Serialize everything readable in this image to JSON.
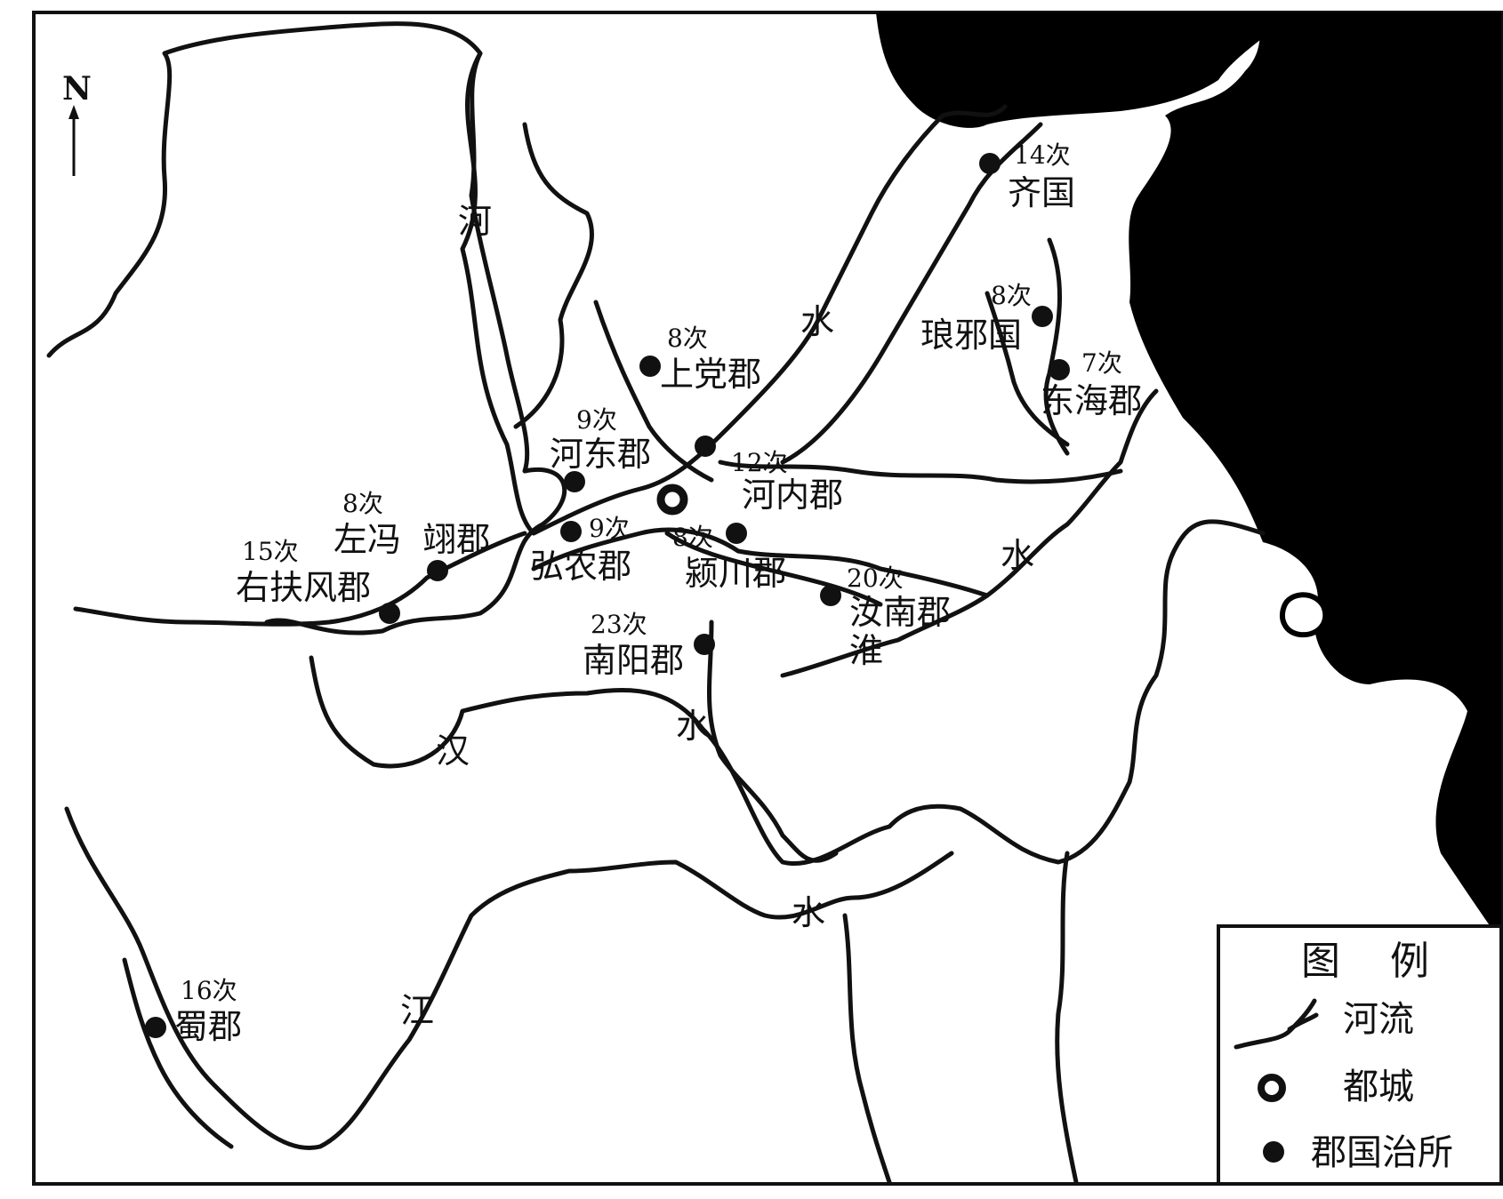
{
  "north_arrow": {
    "label": "N"
  },
  "rivers": {
    "huang": [
      "河",
      "水"
    ],
    "huai": [
      "淮",
      "水"
    ],
    "han": [
      "汉",
      "水"
    ],
    "jiang": [
      "江",
      "水"
    ]
  },
  "places": [
    {
      "id": "youfufeng",
      "count": "15次",
      "name": "右扶风郡",
      "marker": "seat"
    },
    {
      "id": "zuopingyi",
      "count": "8次",
      "name": "左冯  翊郡",
      "marker": "seat"
    },
    {
      "id": "hedong",
      "count": "9次",
      "name": "河东郡",
      "marker": "seat"
    },
    {
      "id": "shangdang",
      "count": "8次",
      "name": "上党郡",
      "marker": "seat"
    },
    {
      "id": "hongnong",
      "count": "9次",
      "name": "弘农郡",
      "marker": "seat"
    },
    {
      "id": "henei",
      "count": "12次",
      "name": "河内郡",
      "marker": "seat"
    },
    {
      "id": "yingchuan",
      "count": "8次",
      "name": "颍川郡",
      "marker": "seat"
    },
    {
      "id": "runan",
      "count": "20次",
      "name": "汝南郡",
      "marker": "seat"
    },
    {
      "id": "nanyang",
      "count": "23次",
      "name": "南阳郡",
      "marker": "seat"
    },
    {
      "id": "qi",
      "count": "14次",
      "name": "齐国",
      "marker": "seat"
    },
    {
      "id": "langya",
      "count": "8次",
      "name": "琅邪国",
      "marker": "seat"
    },
    {
      "id": "donghai",
      "count": "7次",
      "name": "东海郡",
      "marker": "seat"
    },
    {
      "id": "shu",
      "count": "16次",
      "name": "蜀郡",
      "marker": "seat"
    }
  ],
  "capital": {
    "marker": "capital"
  },
  "legend": {
    "title": "图    例",
    "items": [
      {
        "symbol": "river",
        "label": "河流"
      },
      {
        "symbol": "capital",
        "label": "都城"
      },
      {
        "symbol": "seat",
        "label": "郡国治所"
      }
    ]
  },
  "colors": {
    "ink": "#111111",
    "sea": "#000000",
    "paper": "#ffffff"
  }
}
